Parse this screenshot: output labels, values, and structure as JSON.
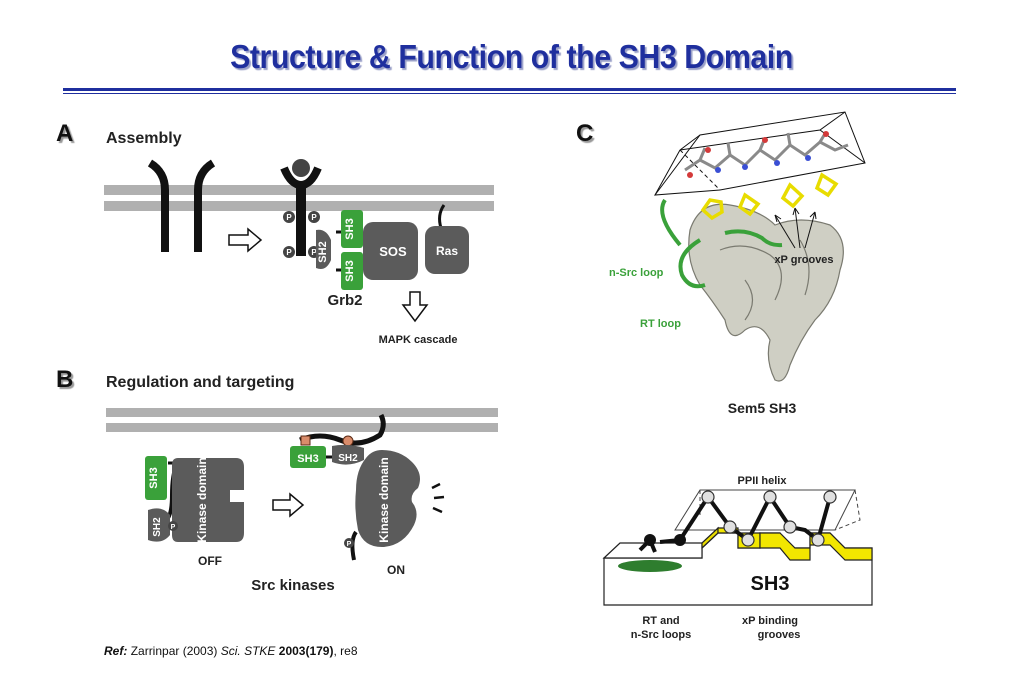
{
  "title": "Structure & Function of the SH3 Domain",
  "panels": {
    "a": {
      "letter": "A",
      "heading": "Assembly",
      "labels": {
        "sh3": "SH3",
        "sh2": "SH2",
        "sos": "SOS",
        "ras": "Ras",
        "grb2": "Grb2",
        "mapk": "MAPK cascade",
        "p": "P"
      }
    },
    "b": {
      "letter": "B",
      "heading": "Regulation and targeting",
      "labels": {
        "sh3": "SH3",
        "sh2": "SH2",
        "kinase_domain": "Kinase domain",
        "off": "OFF",
        "on": "ON",
        "src_kinases": "Src kinases",
        "p": "P"
      }
    },
    "c": {
      "letter": "C",
      "labels": {
        "xp_grooves": "xP grooves",
        "n_src_loop": "n-Src loop",
        "rt_loop": "RT loop",
        "sem5": "Sem5 SH3",
        "ppii_helix": "PPII helix",
        "sh3": "SH3",
        "rt_and": "RT and",
        "n_src_loops": "n-Src loops",
        "xp_binding": "xP binding",
        "grooves": "grooves"
      }
    }
  },
  "reference": {
    "prefix": "Ref:",
    "author": "Zarrinpar (2003)",
    "journal": "Sci. STKE",
    "volume": "2003(179)",
    "page": ", re8"
  },
  "colors": {
    "title": "#1f2f9e",
    "sh3_green": "#3aa13a",
    "protein_gray": "#5b5b5b",
    "membrane": "#b0b0b0",
    "ribbon": "#cfcfc4",
    "yellow": "#f2e600"
  }
}
